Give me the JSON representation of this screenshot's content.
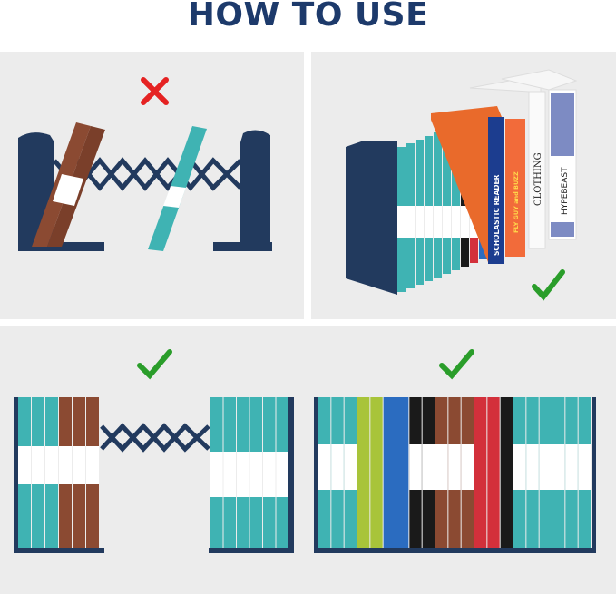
{
  "header": {
    "title": "HOW TO USE"
  },
  "panels": [
    {
      "status": "incorrect",
      "status_icon": "red-x-icon"
    },
    {
      "status": "correct",
      "status_icon": "green-check-icon",
      "book_spines": {
        "scholastic": "SCHOLASTIC READER",
        "fly_guy": "FLY GUY and BUZZ",
        "clothing": "CLOTHING",
        "hypebeast": "HYPEBEAST"
      }
    },
    {
      "status": "correct",
      "status_icon": "green-check-icon"
    },
    {
      "status": "correct",
      "status_icon": "green-check-icon"
    }
  ],
  "colors": {
    "title": "#1d3a6b",
    "bookend": "#223a5e",
    "teal": "#3fb3b3",
    "brown": "#8b4a32",
    "red": "#d3303b",
    "black": "#1a1a1a",
    "blue": "#2b6cc0",
    "lime": "#a8c43a",
    "x_mark": "#e52222",
    "check": "#2a9d2a"
  }
}
